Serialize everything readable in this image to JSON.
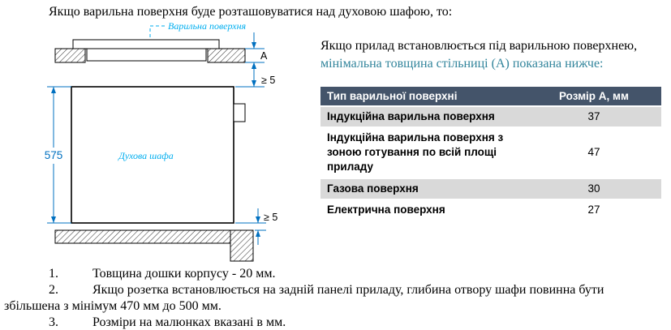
{
  "page": {
    "intro": "Якщо варильна поверхня буде розташовуватися над духовою шафою, то:",
    "right_paragraph": {
      "line1": "Якщо прилад встановлюється під варильною поверхнею,",
      "line2": "мінімальна товщина стільниці (А) показана нижче:"
    },
    "notes": [
      {
        "num": "1.",
        "text": "Товщина дошки корпусу - 20 мм."
      },
      {
        "num": "2.",
        "text": "Якщо розетка встановлюється на задній панелі приладу, глибина отвору шафи повинна бути збільшена з мінімум 470 мм до 500 мм."
      },
      {
        "num": "3.",
        "text": "Розміри на малюнках вказані в мм."
      }
    ]
  },
  "diagram": {
    "hob_label": "Варильна поверхня",
    "oven_label": "Духова шафа",
    "dim_a": "A",
    "dim_575": "575",
    "dim_gap_top": "≥ 5",
    "dim_gap_bottom": "≥ 5"
  },
  "table": {
    "headers": [
      "Тип варильної поверхні",
      "Розмір А, мм"
    ],
    "rows": [
      {
        "type": "Індукційна варильна поверхня",
        "size": "37"
      },
      {
        "type": "Індукційна варильна поверхня з зоною готування по всій площі приладу",
        "size": "47"
      },
      {
        "type": "Газова поверхня",
        "size": "30"
      },
      {
        "type": "Електрична поверхня",
        "size": "27"
      }
    ]
  },
  "colors": {
    "cyan_label": "#00AEEF",
    "dimension_blue": "#0070C0",
    "secondary_text_teal": "#31849B",
    "table_header_bg": "#44546A",
    "table_row_alt_bg": "#D9D9D9"
  }
}
